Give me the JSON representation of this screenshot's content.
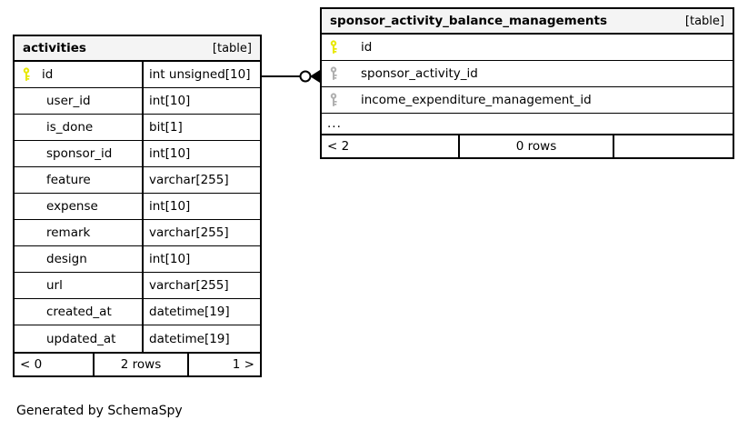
{
  "diagram": {
    "caption": "Generated by SchemaSpy",
    "table_tag": "[table]"
  },
  "tables": [
    {
      "name": "activities",
      "tag": "[table]",
      "columns": [
        {
          "key": "primary",
          "name": "id",
          "type": "int unsigned[10]"
        },
        {
          "key": "none",
          "name": "user_id",
          "type": "int[10]"
        },
        {
          "key": "none",
          "name": "is_done",
          "type": "bit[1]"
        },
        {
          "key": "none",
          "name": "sponsor_id",
          "type": "int[10]"
        },
        {
          "key": "none",
          "name": "feature",
          "type": "varchar[255]"
        },
        {
          "key": "none",
          "name": "expense",
          "type": "int[10]"
        },
        {
          "key": "none",
          "name": "remark",
          "type": "varchar[255]"
        },
        {
          "key": "none",
          "name": "design",
          "type": "int[10]"
        },
        {
          "key": "none",
          "name": "url",
          "type": "varchar[255]"
        },
        {
          "key": "none",
          "name": "created_at",
          "type": "datetime[19]"
        },
        {
          "key": "none",
          "name": "updated_at",
          "type": "datetime[19]"
        }
      ],
      "footer": {
        "left": "< 0",
        "center": "2 rows",
        "right": "1 >"
      }
    },
    {
      "name": "sponsor_activity_balance_managements",
      "tag": "[table]",
      "columns": [
        {
          "key": "primary",
          "name": "id"
        },
        {
          "key": "foreign",
          "name": "sponsor_activity_id"
        },
        {
          "key": "foreign",
          "name": "income_expenditure_management_id"
        }
      ],
      "more_indicator": "...",
      "footer": {
        "left": "< 2",
        "center": "0 rows",
        "right": ""
      }
    }
  ],
  "relationship": {
    "from_table": "activities",
    "from_column": "id",
    "to_table": "sponsor_activity_balance_managements",
    "to_column": "sponsor_activity_id",
    "source_cardinality": "zero-or-one",
    "target_cardinality": "many"
  },
  "colors": {
    "primary_key": "#e8e800",
    "foreign_key": "#b0b0b0",
    "header_background": "#f4f4f4",
    "border": "#000000",
    "background": "#ffffff"
  }
}
